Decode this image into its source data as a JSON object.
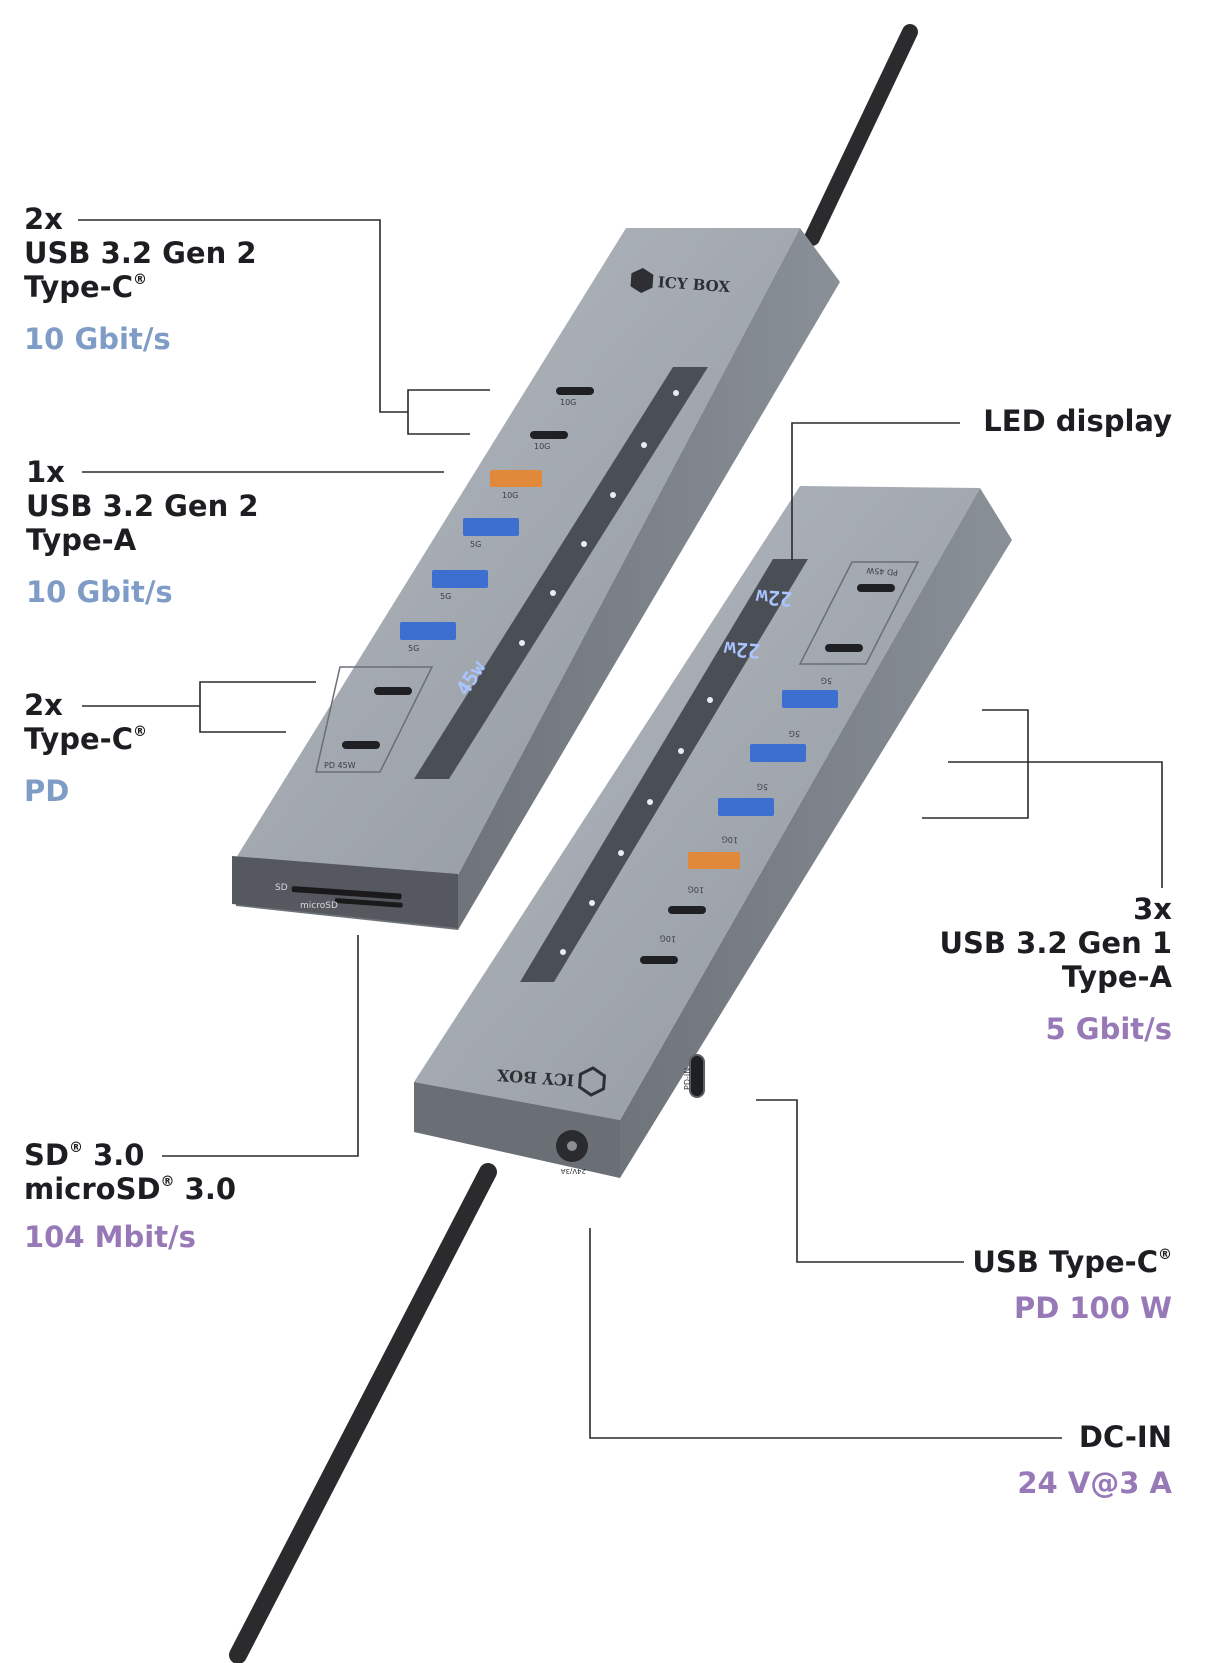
{
  "colors": {
    "text_dark": "#1e1e22",
    "speed_blue": "#7f9cc7",
    "speed_purple": "#9779b8",
    "housing": "#9aa0a8",
    "display_panel": "#4a4e55",
    "led_digits": "#a9c4ff",
    "port_usb5g": "#3d6fd1",
    "port_usb10g": "#e0893a",
    "cable": "#2b2b2e"
  },
  "brand_text": "ICY BOX",
  "labels": {
    "usbc_gen2": {
      "count": "2x",
      "name": "USB 3.2 Gen 2",
      "type": "Type-C",
      "mark": "®",
      "speed": "10 Gbit/s"
    },
    "usba_gen2": {
      "count": "1x",
      "name": "USB 3.2 Gen 2",
      "type": "Type-A",
      "speed": "10 Gbit/s"
    },
    "typec_pd": {
      "count": "2x",
      "type": "Type-C",
      "mark": "®",
      "speed": "PD"
    },
    "sd": {
      "line1": "SD",
      "line1_rest": " 3.0",
      "line2": "microSD",
      "line2_rest": " 3.0",
      "mark": "®",
      "speed": "104 Mbit/s"
    },
    "led": {
      "name": "LED display"
    },
    "usba_gen1": {
      "count": "3x",
      "name": "USB 3.2 Gen 1",
      "type": "Type-A",
      "speed": "5 Gbit/s"
    },
    "usbc_pd": {
      "name": "USB Type-C",
      "mark": "®",
      "speed": "PD 100 W"
    },
    "dcin": {
      "name": "DC-IN",
      "speed": "24 V@3 A"
    }
  },
  "device_markings": {
    "port_10g": "10G",
    "port_5g": "5G",
    "pd_45w": "PD 45W",
    "sd": "SD",
    "microsd": "microSD",
    "pd_in": "PD-IN",
    "dc": "24V/3A"
  },
  "led_readings": {
    "left": "45w",
    "right_top": "22w",
    "right_bottom": "22w"
  }
}
